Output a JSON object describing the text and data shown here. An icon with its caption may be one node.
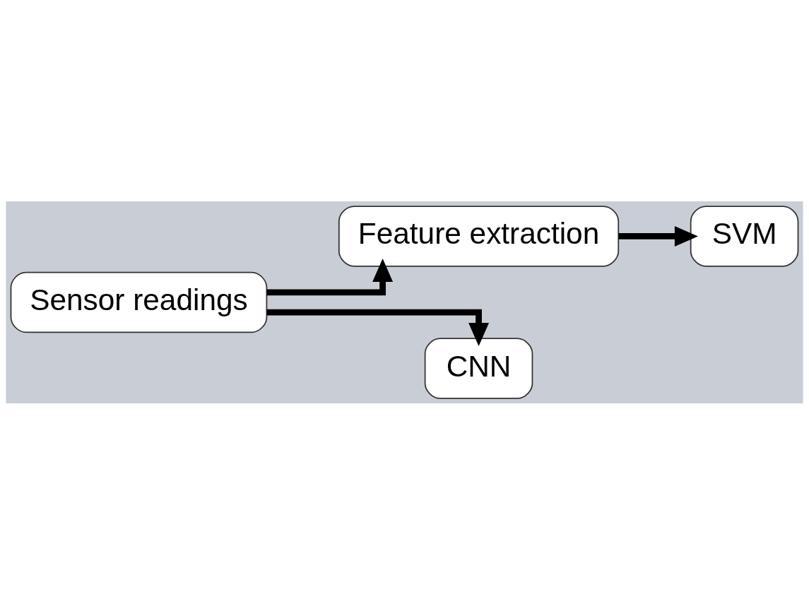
{
  "diagram": {
    "nodes": [
      {
        "text": [
          "Sensor readings"
        ]
      },
      {
        "text": [
          "Feature extraction"
        ]
      },
      {
        "text": [
          "SVM"
        ]
      },
      {
        "text": [
          "CNN"
        ]
      }
    ],
    "edges": [
      {
        "from": 0,
        "to": 1,
        "arrow": "to"
      },
      {
        "from": 1,
        "to": 2,
        "arrow": "to"
      },
      {
        "from": 0,
        "to": 3,
        "arrow": "to"
      }
    ]
  }
}
